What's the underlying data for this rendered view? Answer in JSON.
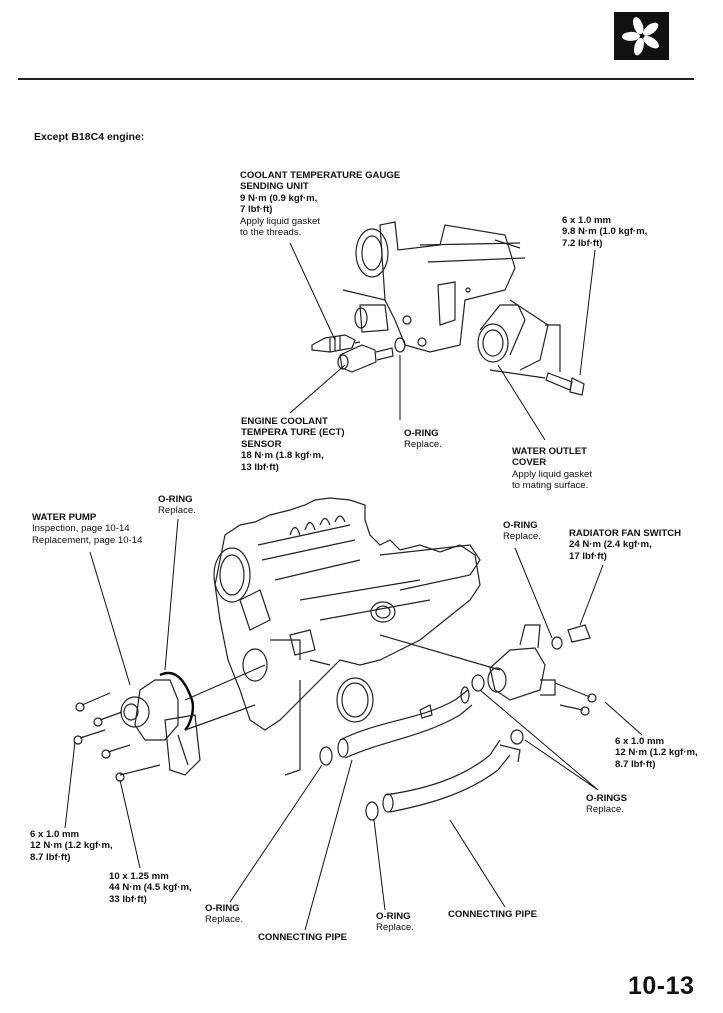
{
  "header": {
    "section_icon": "cooling-fan-icon",
    "section_heading": "Except B18C4 engine:"
  },
  "callouts": {
    "coolant_gauge_unit": {
      "title": [
        "COOLANT TEMPERATURE GAUGE",
        "SENDING UNIT"
      ],
      "torque": [
        "9 N·m (0.9 kgf·m,",
        "7 lbf·ft)"
      ],
      "note": [
        "Apply liquid gasket",
        "to the threads."
      ]
    },
    "outlet_bolt": {
      "size": "6 x 1.0 mm",
      "torque": [
        "9.8 N·m (1.0 kgf·m,",
        "7.2 lbf·ft)"
      ]
    },
    "ect_sensor": {
      "title": [
        "ENGINE COOLANT",
        "TEMPERA TURE (ECT)",
        "SENSOR"
      ],
      "torque": [
        "18 N·m (1.8 kgf·m,",
        "13 lbf·ft)"
      ]
    },
    "oring_ect": {
      "title": "O-RING",
      "note": "Replace."
    },
    "water_outlet_cover": {
      "title": [
        "WATER OUTLET",
        "COVER"
      ],
      "note": [
        "Apply liquid gasket",
        "to mating surface."
      ]
    },
    "water_pump": {
      "title": "WATER PUMP",
      "notes": [
        "Inspection, page 10-14",
        "Replacement, page 10-14"
      ]
    },
    "oring_pump": {
      "title": "O-RING",
      "note": "Replace."
    },
    "oring_fan_switch": {
      "title": "O-RING",
      "note": "Replace."
    },
    "radiator_fan_switch": {
      "title": "RADIATOR FAN SWITCH",
      "torque": [
        "24 N·m (2.4 kgf·m,",
        "17 lbf·ft)"
      ]
    },
    "housing_bolt": {
      "size": "6 x 1.0 mm",
      "torque": [
        "12 N·m (1.2 kgf·m,",
        "8.7 lbf·ft)"
      ]
    },
    "orings_pipes": {
      "title": "O-RINGS",
      "note": "Replace."
    },
    "pump_bolt": {
      "size": "6 x 1.0 mm",
      "torque": [
        "12 N·m (1.2 kgf·m,",
        "8.7 lbf·ft)"
      ]
    },
    "bracket_bolt": {
      "size": "10 x 1.25 mm",
      "torque": [
        "44 N·m (4.5 kgf·m,",
        "33 lbf·ft)"
      ]
    },
    "oring_lower_left": {
      "title": "O-RING",
      "note": "Replace."
    },
    "connecting_pipe_left": {
      "title": "CONNECTING PIPE"
    },
    "oring_lower_mid": {
      "title": "O-RING",
      "note": "Replace."
    },
    "connecting_pipe_right": {
      "title": "CONNECTING PIPE"
    }
  },
  "footer": {
    "page_number": "10-13"
  }
}
